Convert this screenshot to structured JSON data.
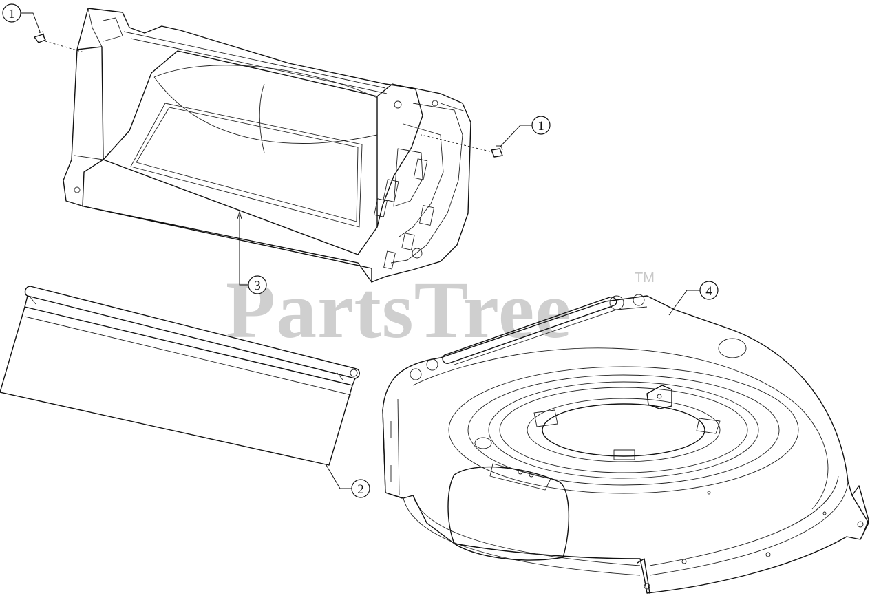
{
  "watermark": {
    "text": "PartsTree",
    "mark": "TM"
  },
  "callouts": [
    {
      "id": "1a",
      "label": "1",
      "part": "fastener-top-left"
    },
    {
      "id": "1b",
      "label": "1",
      "part": "fastener-right"
    },
    {
      "id": "2",
      "label": "2",
      "part": "rear-flap"
    },
    {
      "id": "3",
      "label": "3",
      "part": "rear-chute-frame"
    },
    {
      "id": "4",
      "label": "4",
      "part": "mower-deck"
    }
  ],
  "colors": {
    "line": "#111111",
    "watermark": "#cfcfcf",
    "background": "#ffffff"
  }
}
